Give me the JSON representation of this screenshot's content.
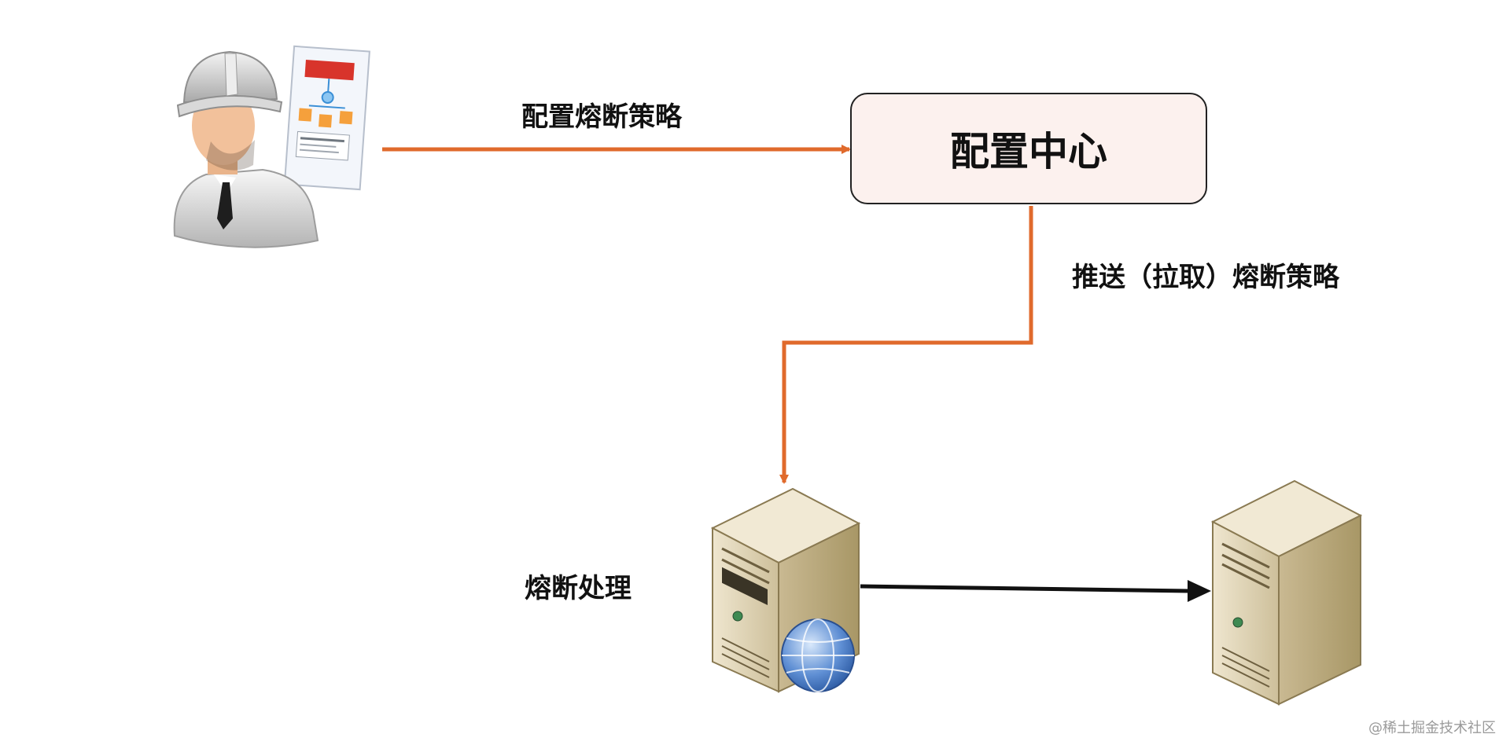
{
  "diagram": {
    "nodes": {
      "operator": {
        "icon": "engineer-with-document-icon"
      },
      "config_center": {
        "label": "配置中心"
      },
      "service_a": {
        "icon": "server-with-globe-icon"
      },
      "service_b": {
        "icon": "server-icon"
      }
    },
    "edges": {
      "configure": {
        "label": "配置熔断策略",
        "color": "#e06a2c"
      },
      "push_pull": {
        "label": "推送（拉取）熔断策略",
        "color": "#e06a2c"
      },
      "call": {
        "color": "#111111"
      }
    },
    "side_labels": {
      "handling": "熔断处理"
    },
    "colors": {
      "config_box_fill": "#fcf1ee",
      "arrow_orange": "#e06a2c"
    }
  },
  "watermark": "@稀土掘金技术社区"
}
